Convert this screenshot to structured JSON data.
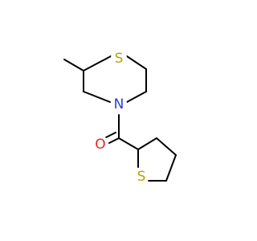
{
  "molecule": {
    "atoms": [
      {
        "id": "S1",
        "symbol": "S",
        "color": "#b2a700"
      },
      {
        "id": "N4",
        "symbol": "N",
        "color": "#2f3bd9"
      },
      {
        "id": "O",
        "symbol": "O",
        "color": "#e2261d"
      },
      {
        "id": "S1p",
        "symbol": "S",
        "color": "#b2a700"
      }
    ],
    "bond_color": "#000000",
    "background": "#ffffff"
  }
}
